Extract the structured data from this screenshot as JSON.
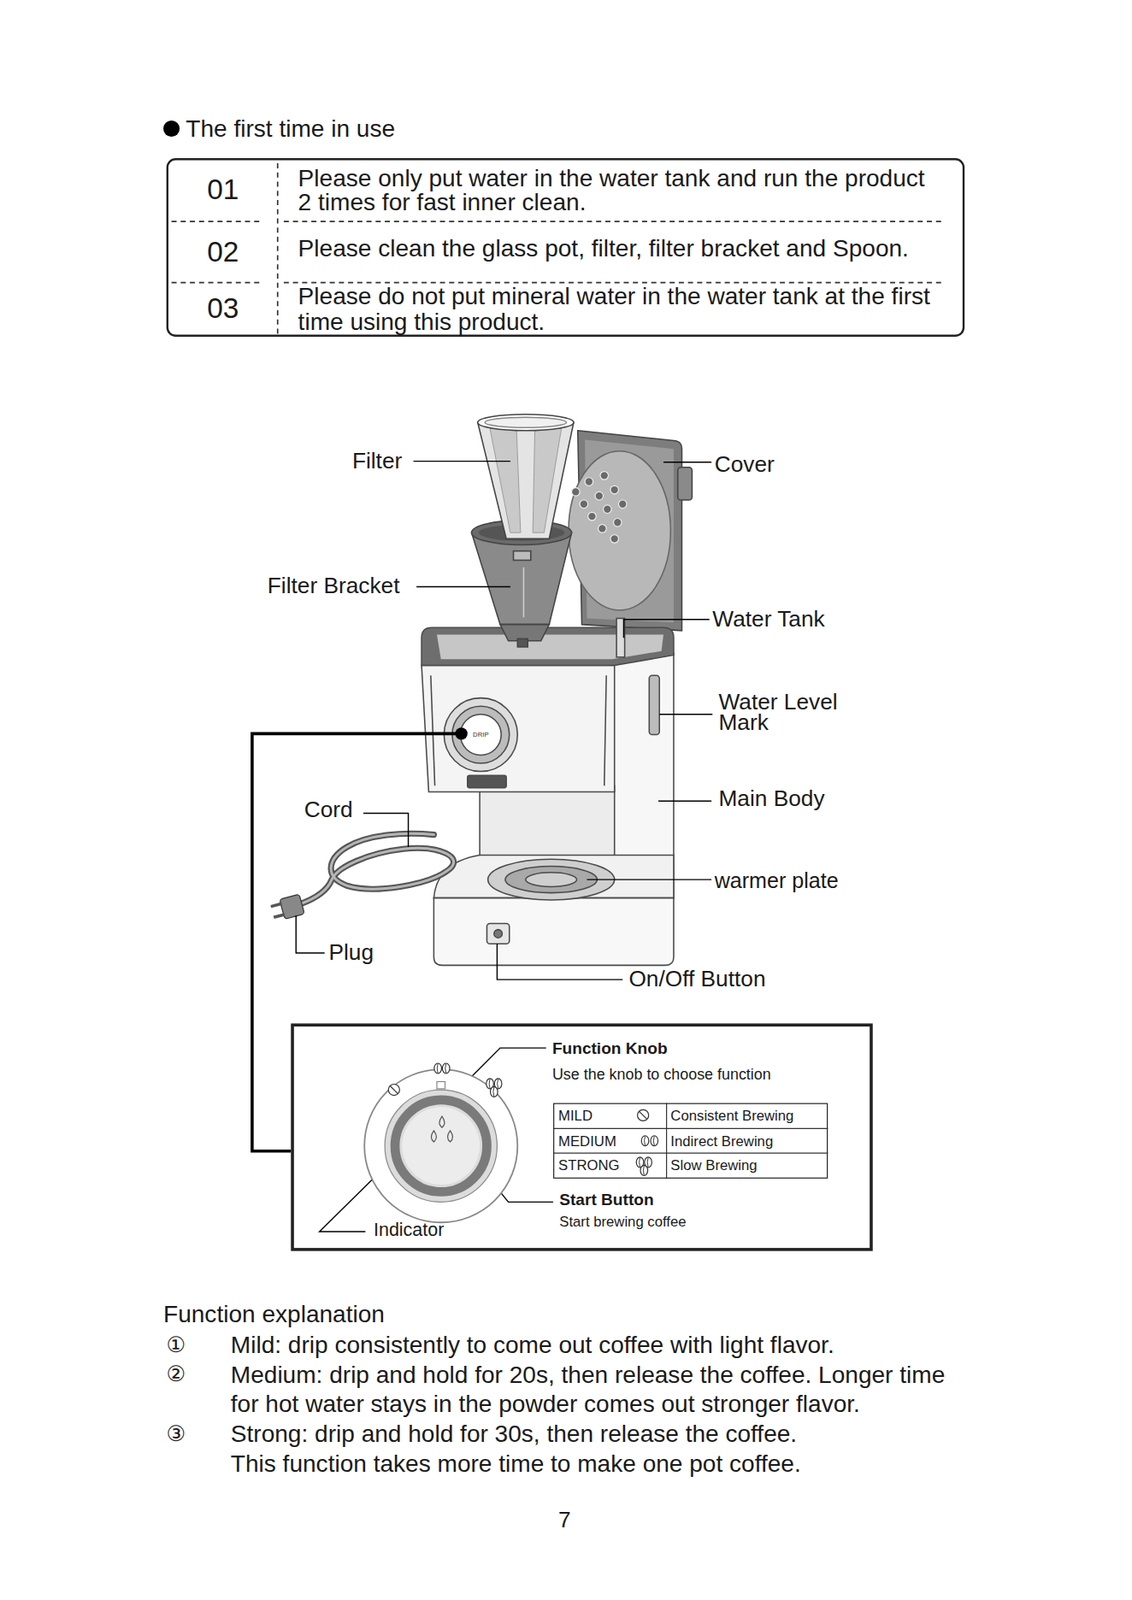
{
  "diagram": {
    "nodes": [
      {
        "text": [
          "The first time in use",
          "01",
          "Please only put water in the water tank and run the product 2 times for fast inner clean.",
          "02",
          "Please clean the glass pot, filter, filter bracket and Spoon.",
          "03",
          "Please do not put mineral water in the water tank at the first time using this product."
        ]
      },
      {
        "text": [
          "Function Knob",
          "Use the knob to choose function",
          "Start Button",
          "Start brewing coffee",
          "Indicator"
        ]
      },
      {
        "text": [
          "MILD",
          "Consistent Brewing",
          "MEDIUM",
          "Indirect Brewing",
          "STRONG",
          "Slow Brewing"
        ],
        "in": 1
      }
    ],
    "labels": [
      "Filter",
      "Cover",
      "Filter Bracket",
      "Water Tank",
      "Water Level Mark",
      "DRIP",
      "Main Body",
      "Cord",
      "warmer plate",
      "Plug",
      "On/Off Button",
      "Function explanation",
      "①",
      "Mild: drip consistently to come out coffee with light flavor.",
      "②",
      "Medium: drip and hold for 20s, then release the coffee. Longer time for hot water stays in the powder comes out stronger flavor.",
      "③",
      "Strong: drip and hold for 30s, then release the coffee.",
      "This function takes more time to make one pot coffee.",
      "7"
    ]
  }
}
